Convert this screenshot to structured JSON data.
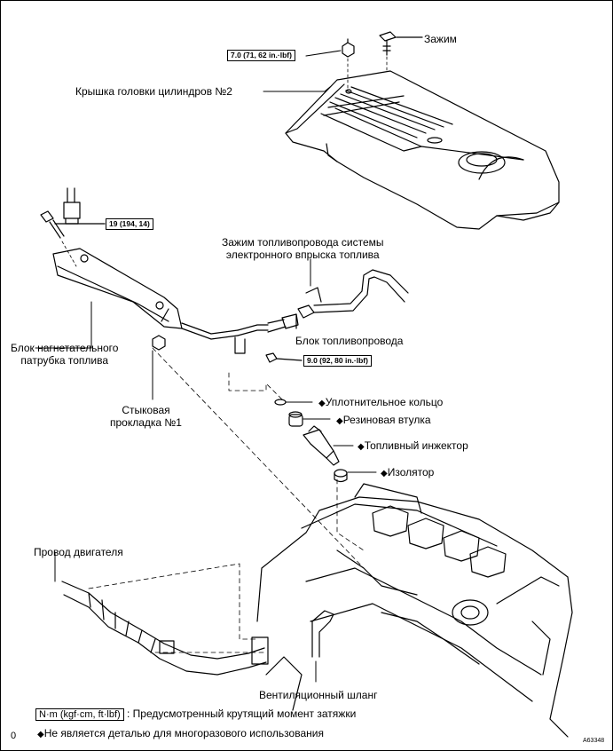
{
  "labels": {
    "clip": "Зажим",
    "cover": "Крышка головки цилиндров №2",
    "fuel_pipe_clamp_line1": "Зажим топливопровода системы",
    "fuel_pipe_clamp_line2": "электронного впрыска топлива",
    "fuel_pipe": "Блок топливопровода",
    "delivery_pipe_line1": "Блок нагнетательного",
    "delivery_pipe_line2": "патрубка топлива",
    "spacer_line1": "Стыковая",
    "spacer_line2": "прокладка №1",
    "o_ring": "Уплотнительное кольцо",
    "grommet": "Резиновая втулка",
    "injector": "Топливный инжектор",
    "insulator": "Изолятор",
    "engine_wire": "Провод двигателя",
    "vent_hose": "Вентиляционный шланг"
  },
  "torques": {
    "cover_nut": "7.0 (71, 62 in.·lbf)",
    "delivery_bolt": "19 (194, 14)",
    "pipe_bolt": "9.0 (92, 80 in.·lbf)"
  },
  "legend": {
    "unit": "N·m (kgf·cm, ft·lbf)",
    "torque_text": ": Предусмотренный крутящий момент затяжки",
    "nonreusable": "Не является деталью для многоразового использования",
    "diamond": "◆"
  },
  "corner_left": "0",
  "ref_code": "A63348"
}
